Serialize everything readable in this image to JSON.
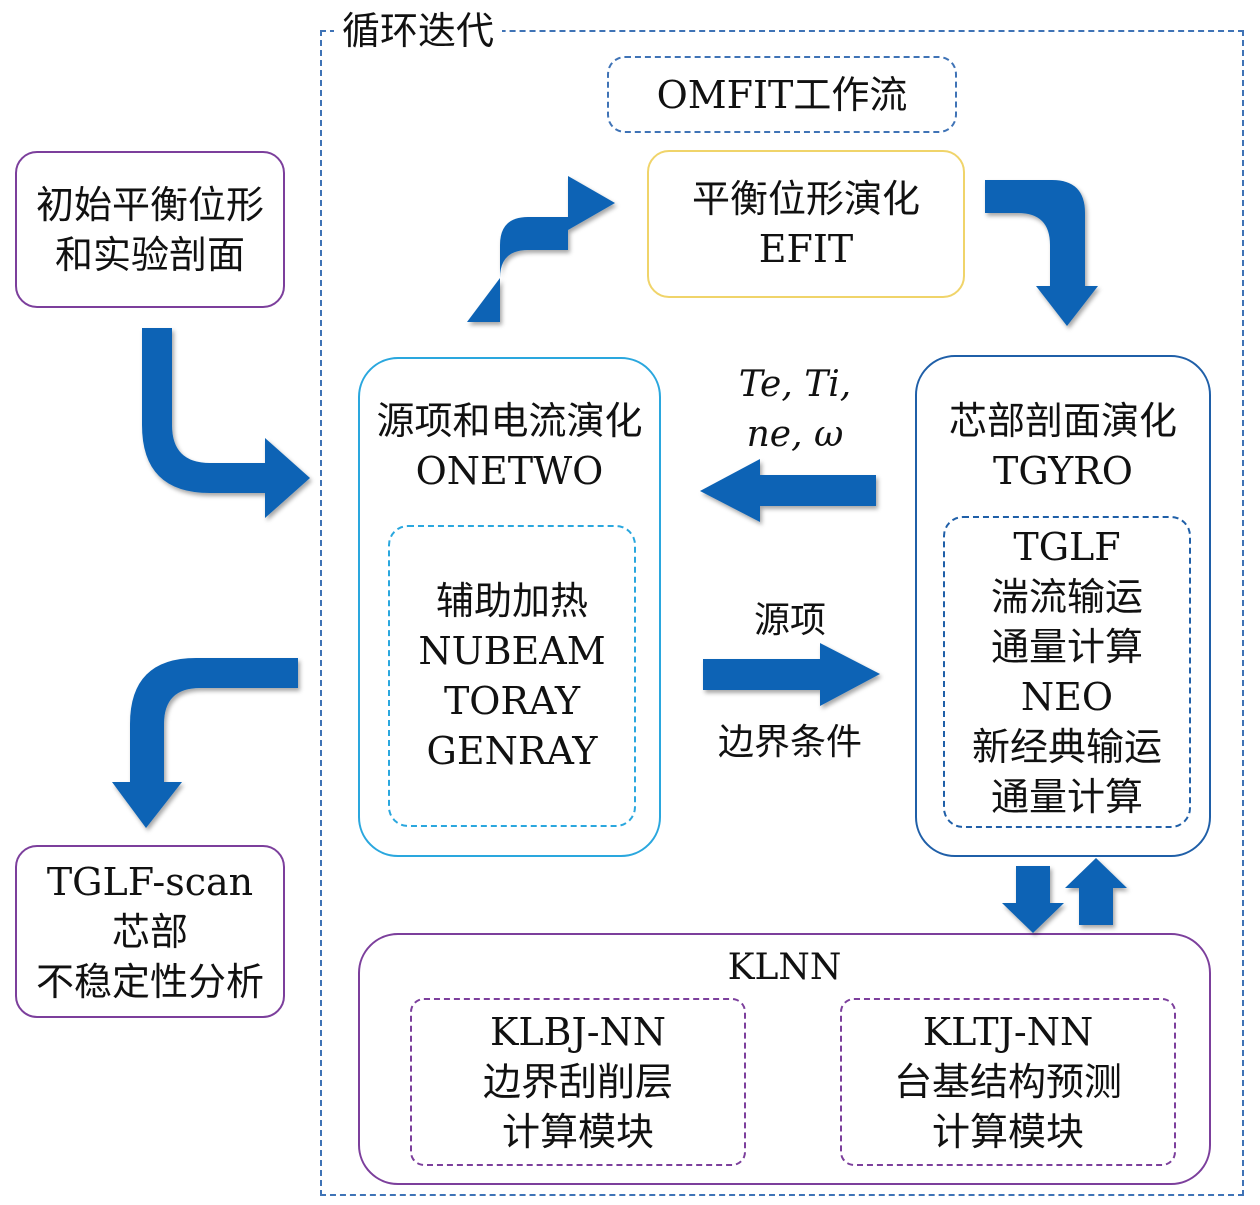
{
  "loop": {
    "title": "循环迭代"
  },
  "omfit": {
    "label": "OMFIT工作流"
  },
  "initial": {
    "line1": "初始平衡位形",
    "line2": "和实验剖面"
  },
  "equilibrium": {
    "line1": "平衡位形演化",
    "line2": "EFIT"
  },
  "source": {
    "line1": "源项和电流演化",
    "line2": "ONETWO",
    "inner": [
      "辅助加热",
      "NUBEAM",
      "TORAY",
      "GENRAY"
    ]
  },
  "core": {
    "line1": "芯部剖面演化",
    "line2": "TGYRO",
    "inner": [
      "TGLF",
      "湍流输运",
      "通量计算",
      "NEO",
      "新经典输运",
      "通量计算"
    ]
  },
  "exchange": {
    "to_source": {
      "line1": "Te, Ti,",
      "line2": "ne, ω"
    },
    "to_core_top": "源项",
    "to_core_bottom": "边界条件"
  },
  "tglf_scan": {
    "line1": "TGLF-scan",
    "line2": "芯部",
    "line3": "不稳定性分析"
  },
  "klnn": {
    "title": "KLNN",
    "left": [
      "KLBJ-NN",
      "边界刮削层",
      "计算模块"
    ],
    "right": [
      "KLTJ-NN",
      "台基结构预测",
      "计算模块"
    ]
  },
  "colors": {
    "arrow": "#0b63b5",
    "dashed_frame": "#3f73b6",
    "purple": "#7c3f9c",
    "yellow": "#f0d46a",
    "cyan": "#2aa7de",
    "navy": "#1f5fa8"
  }
}
